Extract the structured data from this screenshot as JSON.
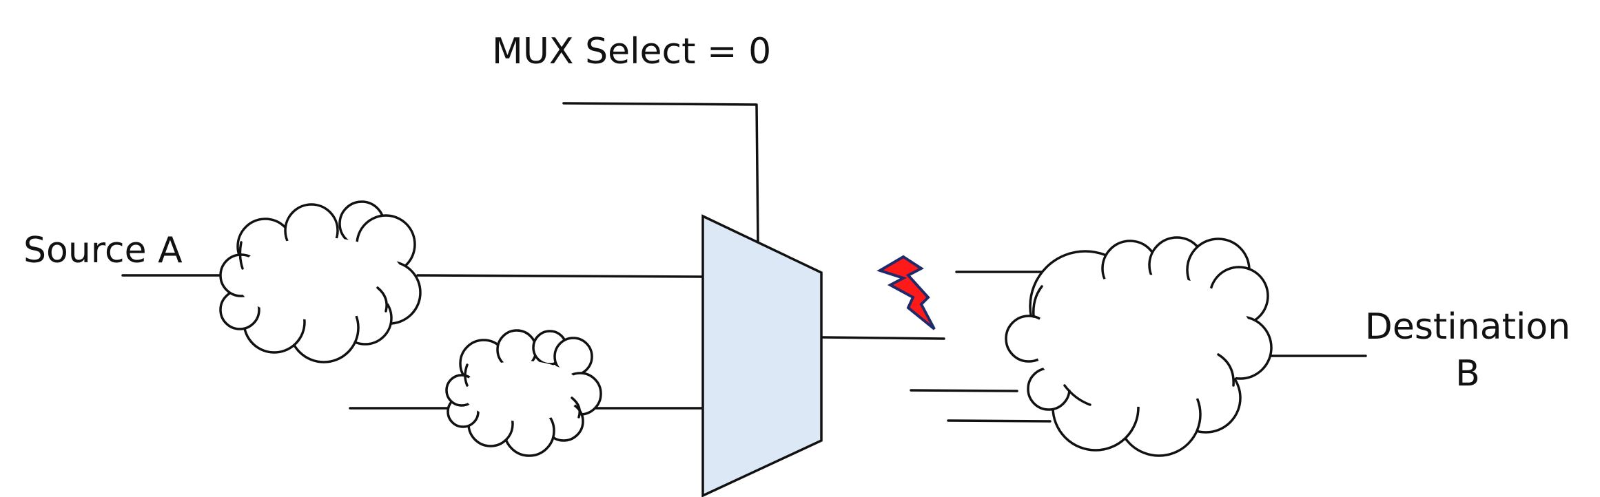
{
  "labels": {
    "mux_select": "MUX Select = 0",
    "source": "Source A",
    "destination_line1": "Destination",
    "destination_line2": "B"
  },
  "colors": {
    "mux_fill": "#dce8f5",
    "fault_fill": "#ff1a1a",
    "fault_stroke": "#1f2a6b",
    "line": "#111111",
    "background": "#ffffff"
  },
  "icons": {
    "fault": "lightning-bolt-icon"
  }
}
